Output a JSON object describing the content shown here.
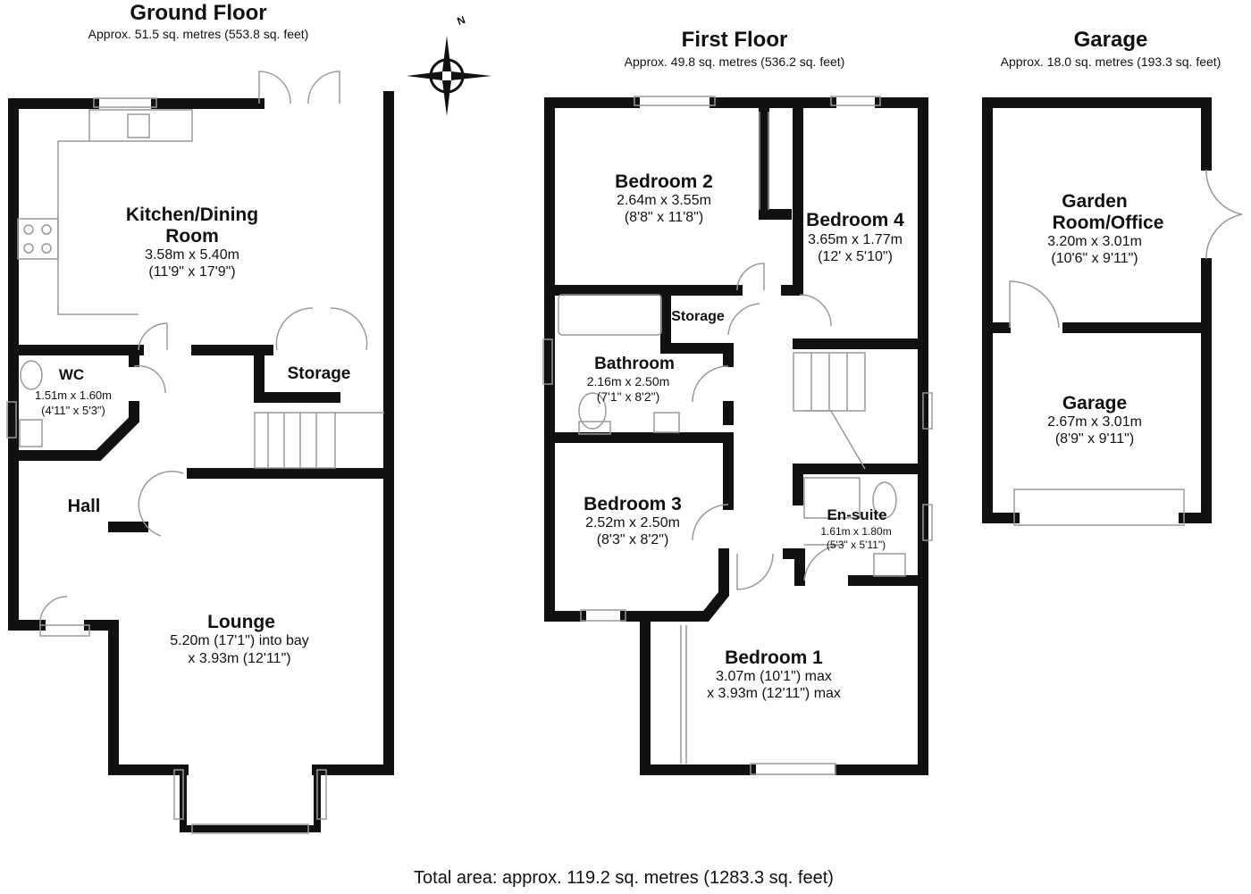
{
  "floors": {
    "ground": {
      "title": "Ground Floor",
      "area": "Approx. 51.5 sq. metres (553.8 sq. feet)"
    },
    "first": {
      "title": "First Floor",
      "area": "Approx. 49.8 sq. metres (536.2 sq. feet)"
    },
    "garage": {
      "title": "Garage",
      "area": "Approx. 18.0 sq. metres (193.3 sq. feet)"
    }
  },
  "compass": {
    "label": "N"
  },
  "rooms": {
    "kitchen": {
      "name1": "Kitchen/Dining",
      "name2": "Room",
      "metric": "3.58m x 5.40m",
      "imperial": "(11'9\" x 17'9\")"
    },
    "wc": {
      "name": "WC",
      "metric": "1.51m x 1.60m",
      "imperial": "(4'11\" x 5'3\")"
    },
    "storage_g": {
      "name": "Storage"
    },
    "hall": {
      "name": "Hall"
    },
    "lounge": {
      "name": "Lounge",
      "line1": "5.20m (17'1\") into bay",
      "line2": "x 3.93m (12'11\")"
    },
    "bed2": {
      "name": "Bedroom 2",
      "metric": "2.64m x 3.55m",
      "imperial": "(8'8\" x 11'8\")"
    },
    "bed4": {
      "name": "Bedroom 4",
      "metric": "3.65m x 1.77m",
      "imperial": "(12' x 5'10\")"
    },
    "storage_f": {
      "name": "Storage"
    },
    "bathroom": {
      "name": "Bathroom",
      "metric": "2.16m x 2.50m",
      "imperial": "(7'1\" x 8'2\")"
    },
    "bed3": {
      "name": "Bedroom 3",
      "metric": "2.52m x 2.50m",
      "imperial": "(8'3\" x 8'2\")"
    },
    "ensuite": {
      "name": "En-suite",
      "metric": "1.61m x 1.80m",
      "imperial": "(5'3\" x 5'11\")"
    },
    "bed1": {
      "name": "Bedroom 1",
      "line1": "3.07m (10'1\") max",
      "line2": "x 3.93m (12'11\") max"
    },
    "garden": {
      "name1": "Garden",
      "name2": "Room/Office",
      "metric": "3.20m x 3.01m",
      "imperial": "(10'6\" x 9'11\")"
    },
    "garage": {
      "name": "Garage",
      "metric": "2.67m x 3.01m",
      "imperial": "(8'9\" x 9'11\")"
    }
  },
  "total": "Total area: approx. 119.2 sq. metres (1283.3 sq. feet)"
}
